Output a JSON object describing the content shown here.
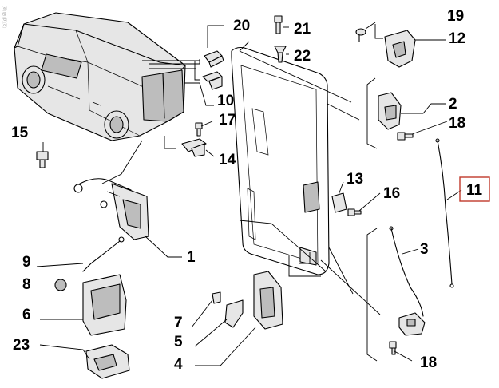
{
  "diagram": {
    "watermark": "ⓔ℗ⓟⓒ",
    "highlighted_callout": "11",
    "callouts": [
      {
        "id": "c20",
        "label": "20"
      },
      {
        "id": "c21",
        "label": "21"
      },
      {
        "id": "c19",
        "label": "19"
      },
      {
        "id": "c12",
        "label": "12"
      },
      {
        "id": "c22",
        "label": "22"
      },
      {
        "id": "c10",
        "label": "10"
      },
      {
        "id": "c2",
        "label": "2"
      },
      {
        "id": "c17",
        "label": "17"
      },
      {
        "id": "c18a",
        "label": "18"
      },
      {
        "id": "c15",
        "label": "15"
      },
      {
        "id": "c14",
        "label": "14"
      },
      {
        "id": "c13",
        "label": "13"
      },
      {
        "id": "c11",
        "label": "11"
      },
      {
        "id": "c16",
        "label": "16"
      },
      {
        "id": "c1",
        "label": "1"
      },
      {
        "id": "c3",
        "label": "3"
      },
      {
        "id": "c9",
        "label": "9"
      },
      {
        "id": "c8",
        "label": "8"
      },
      {
        "id": "c6",
        "label": "6"
      },
      {
        "id": "c7",
        "label": "7"
      },
      {
        "id": "c5",
        "label": "5"
      },
      {
        "id": "c23",
        "label": "23"
      },
      {
        "id": "c4",
        "label": "4"
      },
      {
        "id": "c18b",
        "label": "18"
      }
    ]
  }
}
